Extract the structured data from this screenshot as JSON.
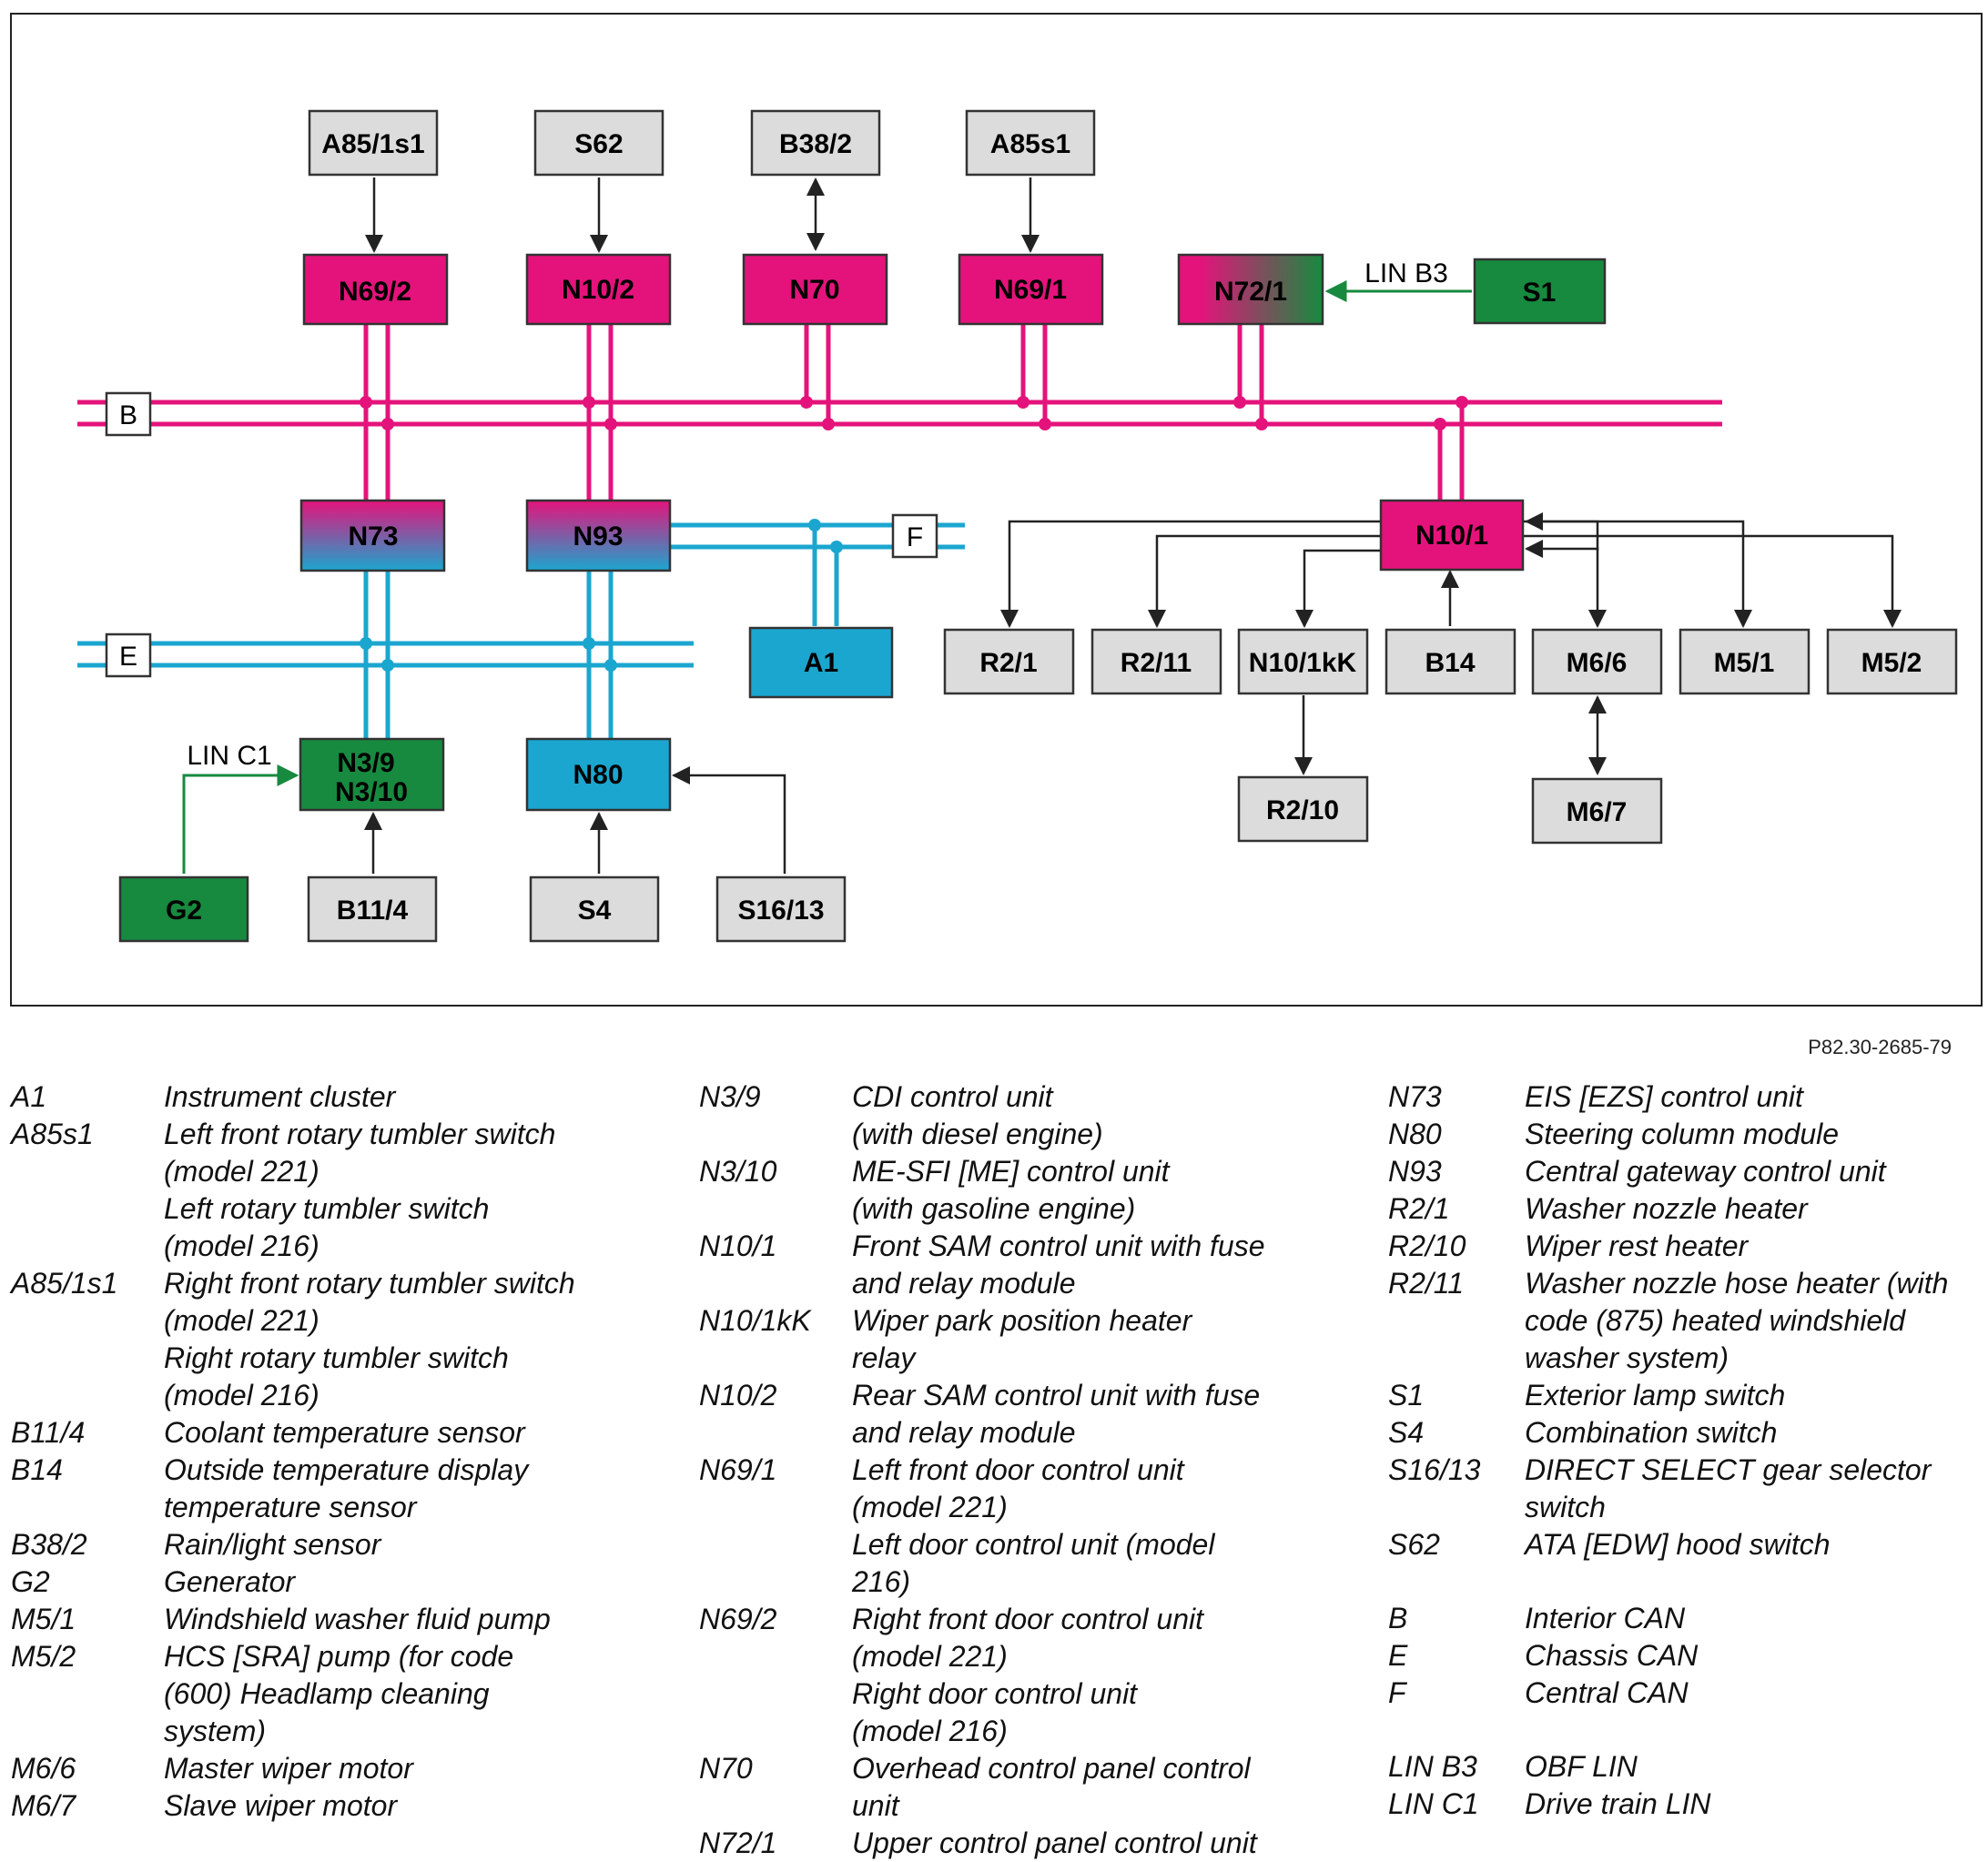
{
  "diagram": {
    "figure_id": "P82.30-2685-79",
    "colors": {
      "interior_can": "#e4137b",
      "chassis_can": "#1ba6cf",
      "lin_green": "#178a3f",
      "gray_box": "#dcdcdc",
      "line": "#222222"
    },
    "boxes": [
      {
        "id": "A85/1s1",
        "label": "A85/1s1"
      },
      {
        "id": "S62",
        "label": "S62"
      },
      {
        "id": "B38/2",
        "label": "B38/2"
      },
      {
        "id": "A85s1",
        "label": "A85s1"
      },
      {
        "id": "N69/2",
        "label": "N69/2"
      },
      {
        "id": "N10/2",
        "label": "N10/2"
      },
      {
        "id": "N70",
        "label": "N70"
      },
      {
        "id": "N69/1",
        "label": "N69/1"
      },
      {
        "id": "N72/1",
        "label": "N72/1"
      },
      {
        "id": "S1",
        "label": "S1"
      },
      {
        "id": "N73",
        "label": "N73"
      },
      {
        "id": "N93",
        "label": "N93"
      },
      {
        "id": "N10/1",
        "label": "N10/1"
      },
      {
        "id": "A1",
        "label": "A1"
      },
      {
        "id": "R2/1",
        "label": "R2/1"
      },
      {
        "id": "R2/11",
        "label": "R2/11"
      },
      {
        "id": "N10/1kK",
        "label": "N10/1kK"
      },
      {
        "id": "B14",
        "label": "B14"
      },
      {
        "id": "M6/6",
        "label": "M6/6"
      },
      {
        "id": "M5/1",
        "label": "M5/1"
      },
      {
        "id": "M5/2",
        "label": "M5/2"
      },
      {
        "id": "R2/10",
        "label": "R2/10"
      },
      {
        "id": "M6/7",
        "label": "M6/7"
      },
      {
        "id": "N3/9-N3/10",
        "label": "N3/9",
        "label2": "N3/10"
      },
      {
        "id": "N80",
        "label": "N80"
      },
      {
        "id": "G2",
        "label": "G2"
      },
      {
        "id": "B11/4",
        "label": "B11/4"
      },
      {
        "id": "S4",
        "label": "S4"
      },
      {
        "id": "S16/13",
        "label": "S16/13"
      }
    ],
    "buses": [
      {
        "id": "B",
        "label": "B"
      },
      {
        "id": "E",
        "label": "E"
      },
      {
        "id": "F",
        "label": "F"
      }
    ],
    "lin_labels": [
      {
        "id": "lin-b3",
        "label": "LIN B3"
      },
      {
        "id": "lin-c1",
        "label": "LIN C1"
      }
    ]
  },
  "legend": {
    "columns": [
      [
        {
          "code": "A1",
          "desc": [
            "Instrument cluster"
          ]
        },
        {
          "code": "A85s1",
          "desc": [
            "Left front rotary tumbler switch",
            "(model 221)",
            "Left rotary tumbler switch",
            "(model 216)"
          ]
        },
        {
          "code": "A85/1s1",
          "desc": [
            "Right front rotary tumbler switch",
            "(model 221)",
            "Right rotary tumbler switch",
            "(model 216)"
          ]
        },
        {
          "code": "B11/4",
          "desc": [
            "Coolant temperature sensor"
          ]
        },
        {
          "code": "B14",
          "desc": [
            "Outside temperature display",
            "temperature sensor"
          ]
        },
        {
          "code": "B38/2",
          "desc": [
            "Rain/light sensor"
          ]
        },
        {
          "code": "G2",
          "desc": [
            "Generator"
          ]
        },
        {
          "code": "M5/1",
          "desc": [
            "Windshield washer fluid pump"
          ]
        },
        {
          "code": "M5/2",
          "desc": [
            "HCS [SRA] pump (for code",
            "(600) Headlamp cleaning",
            "system)"
          ]
        },
        {
          "code": "M6/6",
          "desc": [
            "Master wiper motor"
          ]
        },
        {
          "code": "M6/7",
          "desc": [
            "Slave wiper motor"
          ]
        }
      ],
      [
        {
          "code": "N3/9",
          "desc": [
            "CDI control unit",
            "(with diesel engine)"
          ]
        },
        {
          "code": "N3/10",
          "desc": [
            "ME-SFI [ME] control unit",
            "(with gasoline engine)"
          ]
        },
        {
          "code": "N10/1",
          "desc": [
            "Front SAM control unit with fuse",
            "and relay module"
          ]
        },
        {
          "code": "N10/1kK",
          "desc": [
            "Wiper park position heater",
            "relay"
          ]
        },
        {
          "code": "N10/2",
          "desc": [
            "Rear SAM control unit with fuse",
            "and relay module"
          ]
        },
        {
          "code": "N69/1",
          "desc": [
            "Left front door control unit",
            "(model 221)",
            "Left door control unit (model",
            "216)"
          ]
        },
        {
          "code": "N69/2",
          "desc": [
            "Right front door control unit",
            "(model 221)",
            "Right door control unit",
            "(model 216)"
          ]
        },
        {
          "code": "N70",
          "desc": [
            "Overhead control panel control",
            "unit"
          ]
        },
        {
          "code": "N72/1",
          "desc": [
            "Upper control panel control unit"
          ]
        }
      ],
      [
        {
          "code": "N73",
          "desc": [
            "EIS [EZS] control unit"
          ]
        },
        {
          "code": "N80",
          "desc": [
            "Steering column module"
          ]
        },
        {
          "code": "N93",
          "desc": [
            "Central gateway control unit"
          ]
        },
        {
          "code": "R2/1",
          "desc": [
            "Washer nozzle heater"
          ]
        },
        {
          "code": "R2/10",
          "desc": [
            "Wiper rest heater"
          ]
        },
        {
          "code": "R2/11",
          "desc": [
            "Washer nozzle hose heater (with",
            "code (875) heated windshield",
            "washer system)"
          ]
        },
        {
          "code": "S1",
          "desc": [
            "Exterior lamp switch"
          ]
        },
        {
          "code": "S4",
          "desc": [
            "Combination switch"
          ]
        },
        {
          "code": "S16/13",
          "desc": [
            "DIRECT SELECT gear selector",
            "switch"
          ]
        },
        {
          "code": "S62",
          "desc": [
            "ATA [EDW] hood switch"
          ]
        },
        {
          "code": "B",
          "desc": [
            "Interior CAN"
          ],
          "gap": true
        },
        {
          "code": "E",
          "desc": [
            "Chassis CAN"
          ]
        },
        {
          "code": "F",
          "desc": [
            "Central CAN"
          ]
        },
        {
          "code": "LIN B3",
          "desc": [
            "OBF LIN"
          ],
          "gap": true
        },
        {
          "code": "LIN C1",
          "desc": [
            "Drive train LIN"
          ]
        }
      ]
    ]
  }
}
